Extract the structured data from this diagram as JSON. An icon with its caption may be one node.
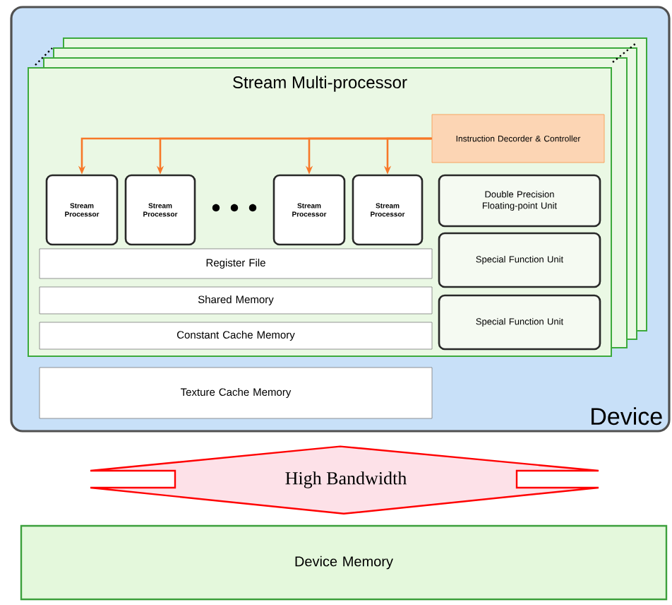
{
  "diagram": {
    "nodes": [
      {
        "text": [
          "Device"
        ]
      },
      {
        "text": [
          "Stream Multi-processor"
        ],
        "in": 0
      },
      {
        "text": [
          "Instruction Decorder & Controller"
        ],
        "in": 1
      },
      {
        "text": [
          "Stream Processor"
        ],
        "in": 1
      },
      {
        "text": [
          "Stream Processor"
        ],
        "in": 1
      },
      {
        "text": [
          "Stream Processor"
        ],
        "in": 1
      },
      {
        "text": [
          "Stream Processor"
        ],
        "in": 1
      },
      {
        "text": [
          "Double Precision Floating-point Unit"
        ],
        "in": 1
      },
      {
        "text": [
          "Register File"
        ],
        "in": 1
      },
      {
        "text": [
          "Special Function Unit"
        ],
        "in": 1
      },
      {
        "text": [
          "Shared Memory"
        ],
        "in": 1
      },
      {
        "text": [
          "Constant Cache Memory"
        ],
        "in": 1
      },
      {
        "text": [
          "Special Function Unit"
        ],
        "in": 1
      },
      {
        "text": [
          "Texture Cache Memory"
        ],
        "in": 0
      },
      {
        "text": [
          "Device Memory"
        ]
      }
    ],
    "edges": [
      {
        "from": 2,
        "to": 3,
        "arrow": "to"
      },
      {
        "from": 2,
        "to": 4,
        "arrow": "to"
      },
      {
        "from": 2,
        "to": 5,
        "arrow": "to"
      },
      {
        "from": 2,
        "to": 6,
        "arrow": "to"
      },
      {
        "from": 0,
        "to": 14,
        "arrow": "both",
        "label": "High Bandwidth",
        "style": "thick",
        "color": "#ff0000"
      }
    ]
  }
}
